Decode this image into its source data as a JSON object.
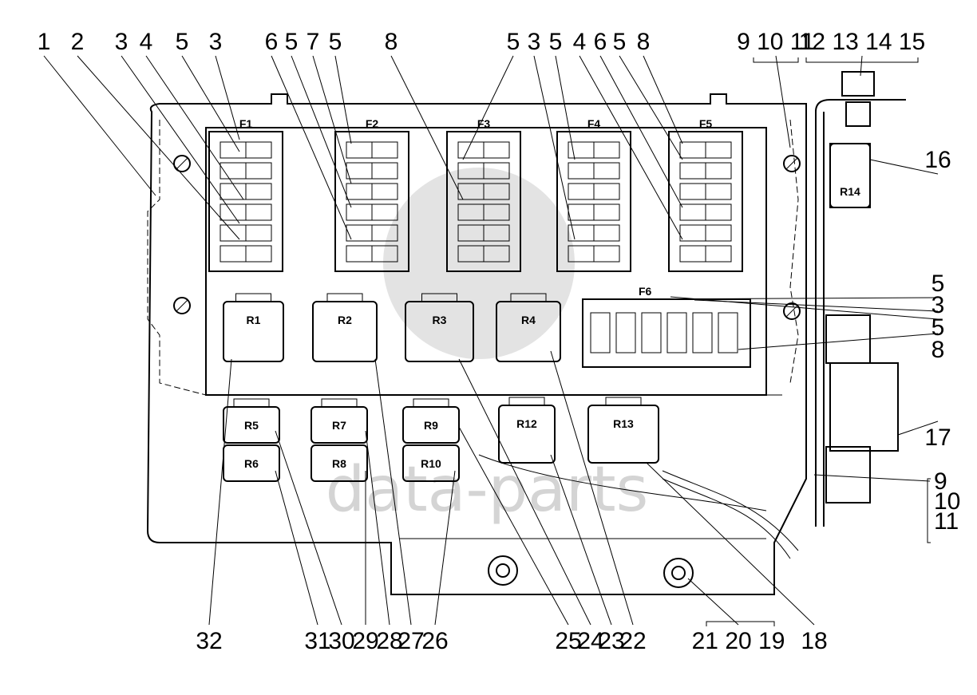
{
  "watermark": "data-parts",
  "fuse_blocks": [
    "F1",
    "F2",
    "F3",
    "F4",
    "F5",
    "F6"
  ],
  "relays": [
    "R1",
    "R2",
    "R3",
    "R4",
    "R5",
    "R6",
    "R7",
    "R8",
    "R9",
    "R10",
    "R12",
    "R13",
    "R14"
  ],
  "callouts": {
    "top": [
      "1",
      "2",
      "3",
      "4",
      "5",
      "3",
      "6",
      "5",
      "7",
      "5",
      "8",
      "5",
      "3",
      "5",
      "4",
      "6",
      "5",
      "8"
    ],
    "top_groups": [
      "9 10 11",
      "12 13 14 15"
    ],
    "right": [
      "16",
      "5",
      "3",
      "5",
      "8",
      "17"
    ],
    "right_group": [
      "9",
      "10",
      "11"
    ],
    "bottom": [
      "32",
      "31",
      "30",
      "29",
      "28",
      "27",
      "26",
      "25",
      "24",
      "23",
      "22",
      "18"
    ],
    "bottom_group": "21 20 19"
  }
}
